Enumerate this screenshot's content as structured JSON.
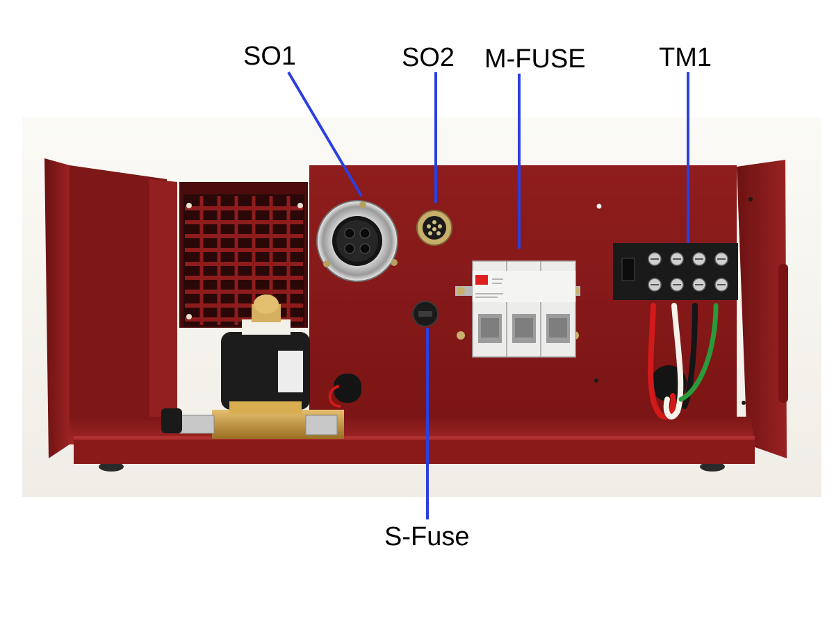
{
  "colors": {
    "enclosure": "#8e1c1c",
    "enclosure_dark": "#5f1010",
    "leader_line": "#2c3fe0",
    "background": "#ffffff",
    "fuse_holder": "#e8e8e6",
    "fuse_logo": "#e02020",
    "terminal_block": "#1a1a1a",
    "valve_brass": "#c89a3c",
    "coil": "#1c1c1c"
  },
  "callouts": [
    {
      "id": "so1",
      "label": "SO1"
    },
    {
      "id": "so2",
      "label": "SO2"
    },
    {
      "id": "m_fuse",
      "label": "M-FUSE"
    },
    {
      "id": "tm1",
      "label": "TM1"
    },
    {
      "id": "s_fuse",
      "label": "S-Fuse"
    }
  ],
  "parts": {
    "fan_grille": "fan-grille-icon",
    "solenoid_valve": "solenoid-valve-icon",
    "socket_so1": "circular-socket-icon",
    "socket_so2": "aviation-connector-icon",
    "fuse_holder": "din-fuse-holder-icon",
    "s_fuse_holder": "panel-fuse-holder-icon",
    "terminal_block": "terminal-block-icon",
    "wires": "wire-bundle-icon"
  }
}
